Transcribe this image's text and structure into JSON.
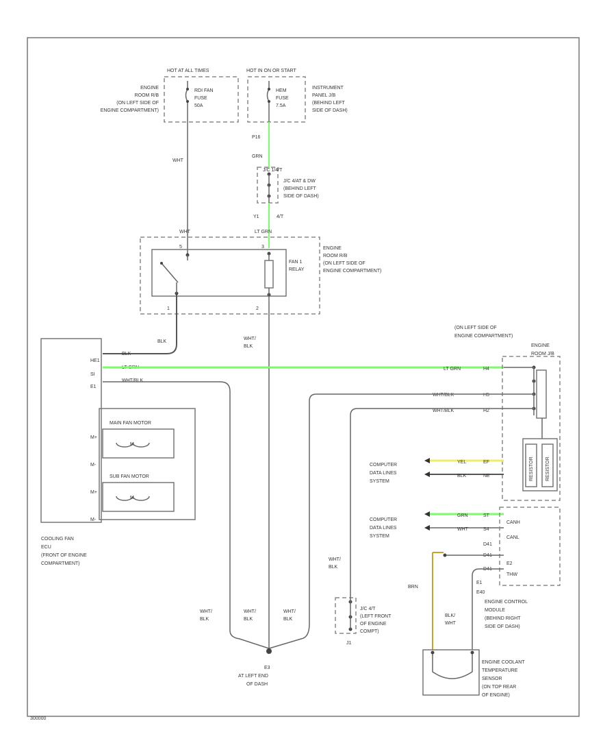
{
  "colors": {
    "lt_grn": "#7CFC6A",
    "yel": "#EEEE66",
    "brn": "#C9A227",
    "wire": "#555555"
  },
  "hot_labels": [
    "HOT AT ALL TIMES",
    "HOT IN ON OR START"
  ],
  "fuse_left": [
    "RDI FAN",
    "FUSE",
    "50A"
  ],
  "fuse_right": [
    "HEM",
    "FUSE",
    "7.5A"
  ],
  "engine_room_rb_left": [
    "ENGINE",
    "ROOM R/B",
    "(ON LEFT SIDE OF",
    "ENGINE COMPARTMENT)"
  ],
  "instrument_panel_jb": [
    "INSTRUMENT",
    "PANEL J/B",
    "(BEHIND LEFT",
    "SIDE OF DASH)"
  ],
  "p16": "P16",
  "grn": "GRN",
  "jc_label": "J/C",
  "jc_dash_lines": [
    "J/C 4/AT & DW",
    "(BEHIND LEFT",
    "SIDE OF DASH)"
  ],
  "jc_pin_top": "J/C 1/4/T",
  "y1": "Y1",
  "y1_4t": "4/T",
  "wht_top": "WHT",
  "wht_relay": "WHT",
  "lt_grn": "LT GRN",
  "fan_relay": [
    "FAN 1",
    "RELAY"
  ],
  "engine_room_rb_right": [
    "ENGINE",
    "ROOM R/B",
    "(ON LEFT SIDE OF",
    "ENGINE COMPARTMENT)"
  ],
  "relay_pins": [
    "5",
    "3",
    "1",
    "2"
  ],
  "blk": "BLK",
  "wht_blk": [
    "WHT/",
    "BLK"
  ],
  "ecu_pins": [
    "HE1",
    "SI",
    "E1",
    "M+",
    "M-",
    "M+",
    "M-"
  ],
  "ecu_wire_labels": [
    "BLK",
    "LT GRN",
    "WHT/BLK"
  ],
  "main_fan_motor": "MAIN FAN MOTOR",
  "sub_fan_motor": "SUB FAN MOTOR",
  "motor_m": "M",
  "cooling_fan_ecu": [
    "COOLING FAN",
    "ECU",
    "(FRONT OF ENGINE",
    "COMPARTMENT)"
  ],
  "on_left_side": [
    "(ON LEFT SIDE OF",
    "ENGINE COMPARTMENT)"
  ],
  "engine_room_jb": [
    "ENGINE",
    "ROOM J/B"
  ],
  "right_wire_labels": [
    "LT GRN",
    "WHT/BLK",
    "WHT/BLK"
  ],
  "right_pins": [
    "H4",
    "H5",
    "H2"
  ],
  "computer_data_lines": [
    "COMPUTER",
    "DATA LINES",
    "SYSTEM"
  ],
  "data_wires_1": [
    "YEL",
    "BLK"
  ],
  "data_pins_1": [
    "EF",
    "NE"
  ],
  "data_wires_2": [
    "GRN",
    "WHT"
  ],
  "data_pins_2": [
    "ST",
    "S4"
  ],
  "ecm_pins": [
    "CANH",
    "CANL",
    "E2",
    "THW",
    "E1",
    "E40"
  ],
  "ecm_terms": [
    "D41",
    "D41",
    "D41"
  ],
  "ecm_module_labels": [
    "RESISTOR",
    "RESISTOR"
  ],
  "engine_control_module": [
    "ENGINE CONTROL",
    "MODULE",
    "(BEHIND RIGHT",
    "SIDE OF DASH)"
  ],
  "brn": "BRN",
  "blk_wht": [
    "BLK/",
    "WHT"
  ],
  "j_c_front": [
    "J/C 4/T",
    "(LEFT FRONT",
    "OF ENGINE",
    "COMPT)"
  ],
  "j1": "J1",
  "wht_blk_bottom": [
    "WHT/",
    "BLK"
  ],
  "ground": [
    "E3",
    "AT LEFT END",
    "OF DASH"
  ],
  "ect_sensor": [
    "ENGINE COOLANT",
    "TEMPERATURE",
    "SENSOR",
    "(ON TOP REAR",
    "OF ENGINE)"
  ],
  "footer_code": "300000"
}
